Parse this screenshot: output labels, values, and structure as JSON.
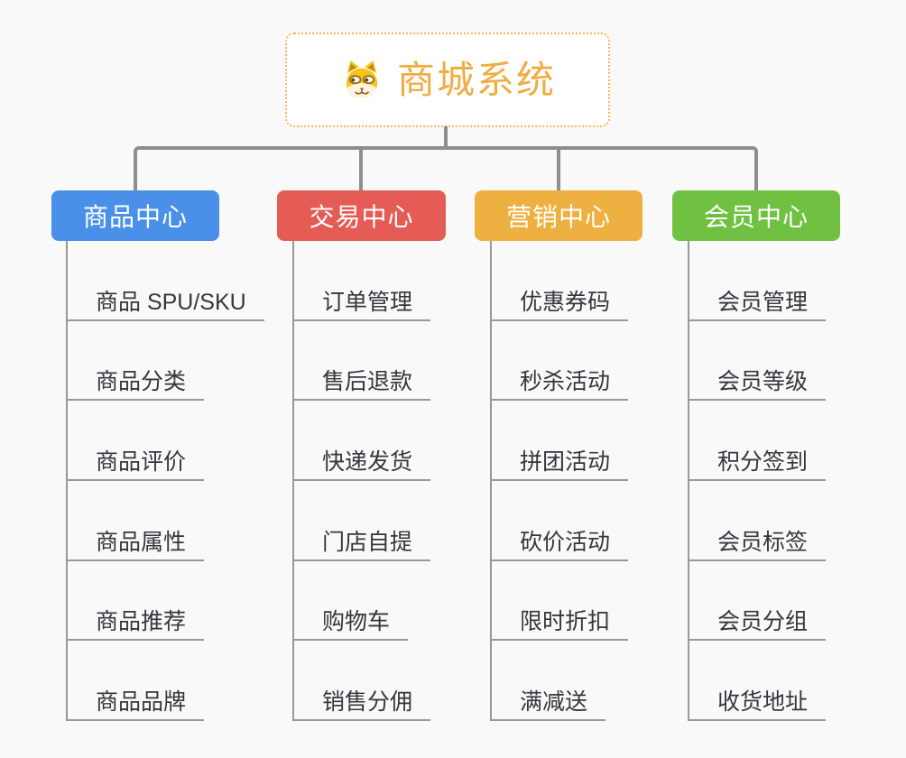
{
  "background": "#f9f9f9",
  "connector_color": "#8e8e8e",
  "line_color": "#999999",
  "root": {
    "title": "商城系统",
    "icon": "dog-face-icon",
    "border_color": "#f3b860",
    "title_color": "#f0ad42"
  },
  "branches": [
    {
      "id": "product-center",
      "label": "商品中心",
      "color": "#4a90e8",
      "items": [
        "商品 SPU/SKU",
        "商品分类",
        "商品评价",
        "商品属性",
        "商品推荐",
        "商品品牌"
      ]
    },
    {
      "id": "trade-center",
      "label": "交易中心",
      "color": "#e55b56",
      "items": [
        "订单管理",
        "售后退款",
        "快递发货",
        "门店自提",
        "购物车",
        "销售分佣"
      ]
    },
    {
      "id": "marketing-center",
      "label": "营销中心",
      "color": "#eeb041",
      "items": [
        "优惠券码",
        "秒杀活动",
        "拼团活动",
        "砍价活动",
        "限时折扣",
        "满减送"
      ]
    },
    {
      "id": "member-center",
      "label": "会员中心",
      "color": "#70c142",
      "items": [
        "会员管理",
        "会员等级",
        "积分签到",
        "会员标签",
        "会员分组",
        "收货地址"
      ]
    }
  ]
}
